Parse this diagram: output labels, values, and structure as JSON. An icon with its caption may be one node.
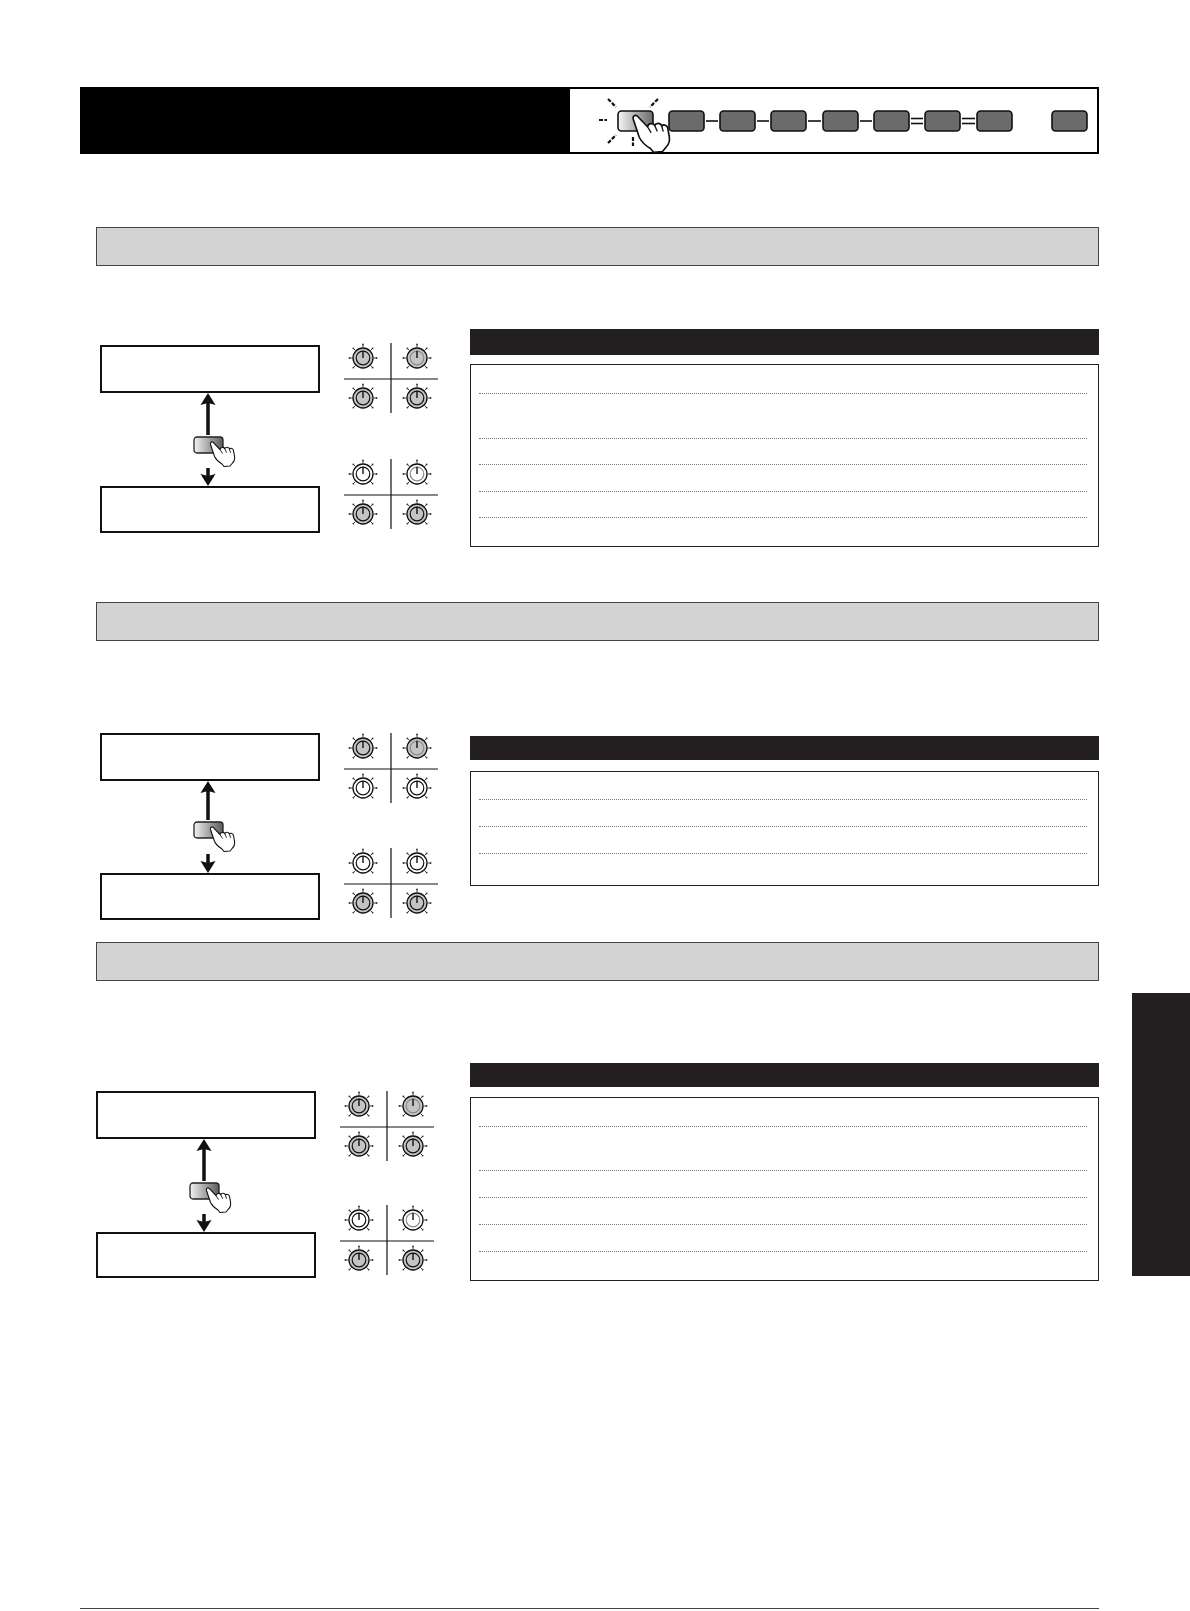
{
  "diagram": {
    "nodes": [
      {
        "text": [],
        "shape": "box"
      },
      {
        "text": [],
        "shape": "picture"
      },
      {
        "text": [],
        "shape": "box"
      },
      {
        "text": [],
        "shape": "box"
      },
      {
        "text": [],
        "shape": "picture"
      },
      {
        "text": [],
        "shape": "box"
      },
      {
        "text": [],
        "shape": "bar"
      },
      {
        "text": [],
        "shape": "box"
      },
      {
        "text": [],
        "shape": "picture"
      },
      {
        "text": [],
        "shape": "box"
      }
    ],
    "edges": [
      {
        "from": 1,
        "to": 0,
        "arrow": "to"
      },
      {
        "from": 1,
        "to": 2,
        "arrow": "to"
      },
      {
        "from": 4,
        "to": 3,
        "arrow": "to"
      },
      {
        "from": 4,
        "to": 5,
        "arrow": "to"
      },
      {
        "from": 8,
        "to": 7,
        "arrow": "to"
      },
      {
        "from": 8,
        "to": 9,
        "arrow": "to"
      }
    ]
  }
}
